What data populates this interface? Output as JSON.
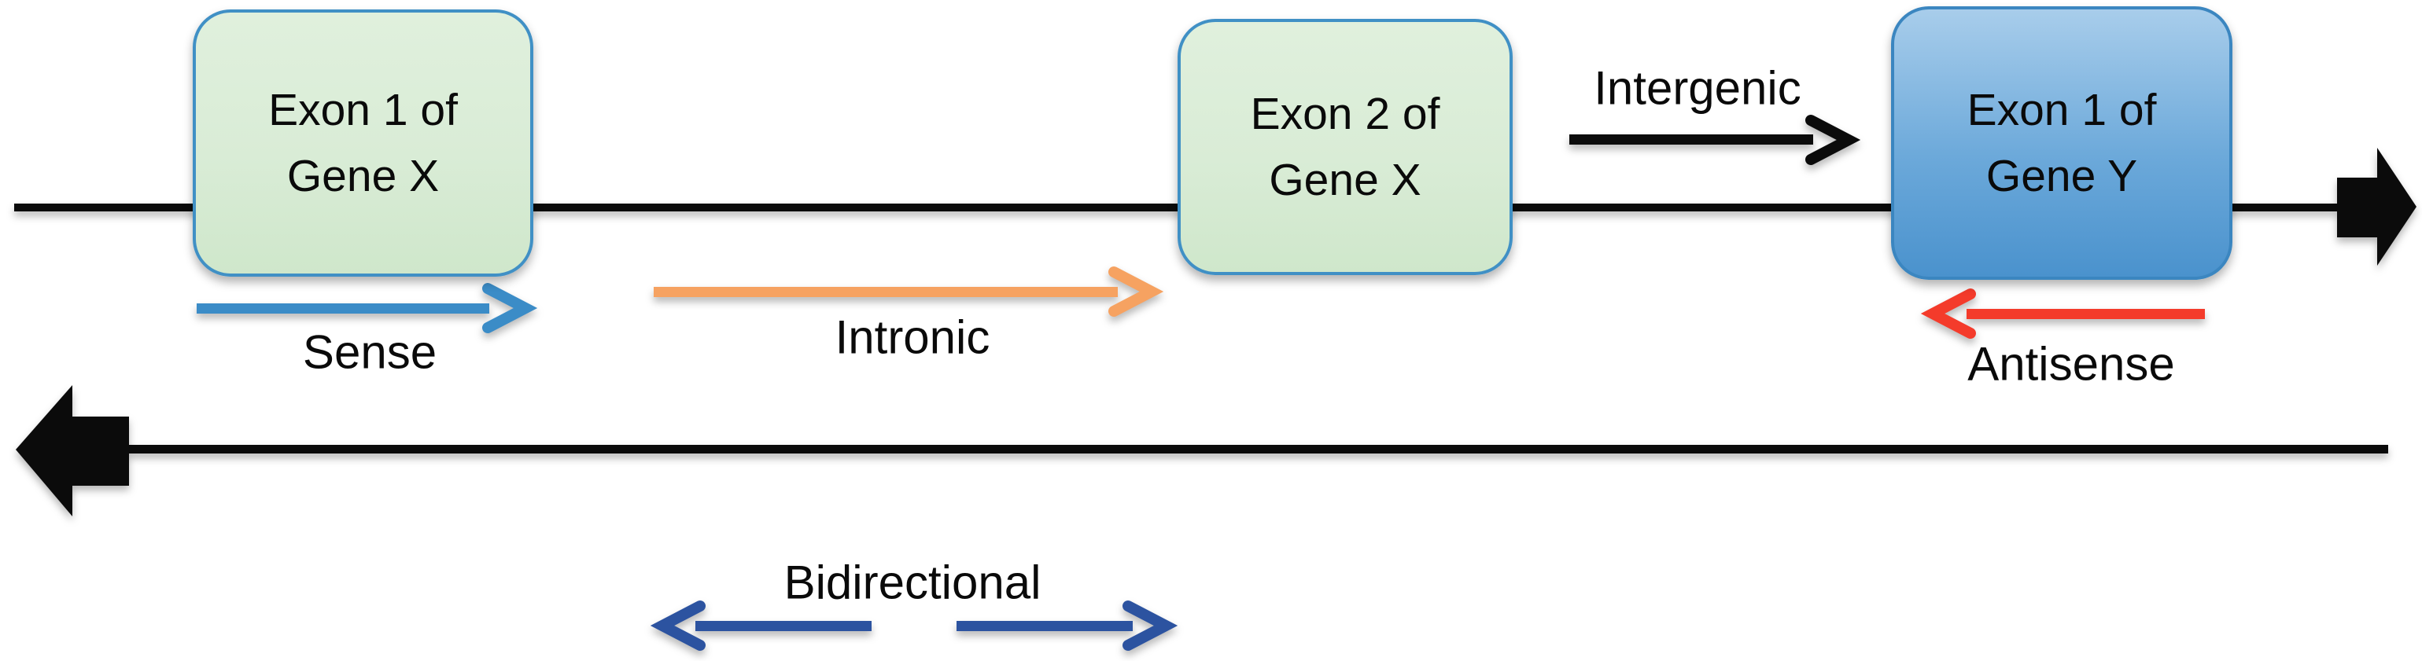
{
  "figure": {
    "boxes": [
      {
        "id": "exon1_gene_x",
        "line1": "Exon 1 of",
        "line2": "Gene X",
        "fill": "green"
      },
      {
        "id": "exon2_gene_x",
        "line1": "Exon 2 of",
        "line2": "Gene X",
        "fill": "green"
      },
      {
        "id": "exon1_gene_y",
        "line1": "Exon 1 of",
        "line2": "Gene Y",
        "fill": "blue"
      }
    ],
    "labels": {
      "sense": "Sense",
      "intronic": "Intronic",
      "intergenic": "Intergenic",
      "antisense": "Antisense",
      "bidirectional": "Bidirectional"
    },
    "strands": {
      "top": {
        "direction": "right"
      },
      "bottom": {
        "direction": "left"
      }
    },
    "arrows": {
      "sense": {
        "direction": "right"
      },
      "intronic": {
        "direction": "right"
      },
      "intergenic": {
        "direction": "right"
      },
      "antisense": {
        "direction": "left"
      },
      "bidirectional_left": {
        "direction": "left"
      },
      "bidirectional_right": {
        "direction": "right"
      }
    },
    "colors": {
      "strand": "#0b0b0b",
      "sense_arrow": "#3b8cc7",
      "intronic_arrow": "#f6a261",
      "intergenic_arrow": "#0b0b0b",
      "antisense_arrow": "#f43b2b",
      "bidirectional_arrow": "#2c53a0",
      "exon_x_fill": "#d9ecd6",
      "exon_x_border": "#4090c5",
      "exon_y_fill_top": "#a8cdeb",
      "exon_y_fill_bottom": "#4a92cd",
      "exon_y_border": "#3b86c0",
      "text": "#0a0a0a"
    }
  }
}
